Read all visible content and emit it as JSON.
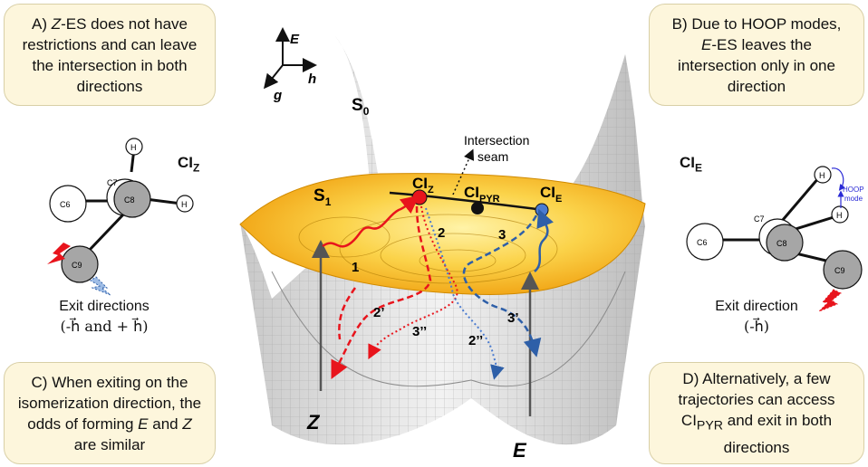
{
  "panels": {
    "a": {
      "prefix": "A) ",
      "italic": "Z",
      "text": "-ES does not have restrictions and can leave the intersection in both directions"
    },
    "b": {
      "line1": "B) Due to HOOP modes,",
      "italic": "E",
      "text": "-ES leaves the intersection only in one direction"
    },
    "c": {
      "line1": "C) When exiting on the isomerization direction, the odds of forming ",
      "e": "E",
      "mid": " and ",
      "z": "Z",
      "end": " are similar"
    },
    "d": {
      "line1": "D) Alternatively, a few trajectories can access ",
      "ci": "CI",
      "sub": "PYR",
      "end": " and exit in both directions"
    }
  },
  "molecules": {
    "left": {
      "label": "CI",
      "sub": "Z",
      "atoms": {
        "h_top": "H",
        "h_right": "H",
        "c6": "C6",
        "c7": "C7",
        "c8": "C8",
        "c9": "C9"
      },
      "exit_title": "Exit directions",
      "exit_formula": "(-h⃗ and + h⃗)"
    },
    "right": {
      "label": "CI",
      "sub": "E",
      "atoms": {
        "h_top": "H",
        "h_right": "H",
        "c6": "C6",
        "c7": "C7",
        "c8": "C8",
        "c9": "C9"
      },
      "hoop_line1": "HOOP",
      "hoop_line2": "mode",
      "exit_title": "Exit direction",
      "exit_formula": "(-h⃗)"
    }
  },
  "surface": {
    "axes": {
      "e": "E",
      "h": "h",
      "g": "g"
    },
    "s0": {
      "text": "S",
      "sub": "0"
    },
    "s1": {
      "text": "S",
      "sub": "1"
    },
    "seam_line1": "Intersection",
    "seam_line2": "seam",
    "ci_z": {
      "text": "CI",
      "sub": "Z"
    },
    "ci_pyr": {
      "text": "CI",
      "sub": "PYR"
    },
    "ci_e": {
      "text": "CI",
      "sub": "E"
    },
    "paths": [
      "1",
      "2",
      "3",
      "2’",
      "3’",
      "2’’",
      "3’’"
    ],
    "isomer_z": "Z",
    "isomer_e": "E"
  },
  "colors": {
    "box_fill": "#fdf6dc",
    "surface_gold": "#f5b21a",
    "red": "#e8141c",
    "blue": "#2e5fa8",
    "grey_atom": "#a6a6a6"
  }
}
